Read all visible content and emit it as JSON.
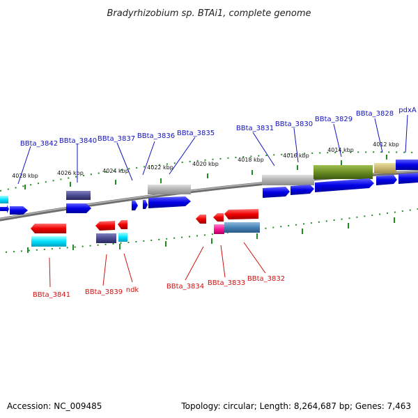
{
  "title": "Bradyrhizobium sp. BTAi1, complete genome",
  "footer": {
    "accession": "Accession: NC_009485",
    "summary": "Topology: circular; Length: 8,264,687 bp; Genes: 7,463"
  },
  "scale_labels": [
    "4028 kbp",
    "4026 kbp",
    "4024 kbp",
    "4022 kbp",
    "4020 kbp",
    "4018 kbp",
    "4016 kbp",
    "4014 kbp",
    "4012 kbp"
  ],
  "top_gene_labels": [
    "BBta_3842",
    "BBta_3840",
    "BBta_3837",
    "BBta_3836",
    "BBta_3835",
    "BBta_3831",
    "BBta_3830",
    "BBta_3829",
    "BBta_3828",
    "pdxA"
  ],
  "bottom_gene_labels": [
    "BBta_3841",
    "BBta_3839",
    "ndk",
    "BBta_3834",
    "BBta_3833",
    "BBta_3832"
  ],
  "colors": {
    "forward_strand": "#0a0aee",
    "reverse_strand": "#ee1010",
    "backbone": "#808080",
    "ticks": "#228b22",
    "top_label": "#1010c0",
    "bottom_label": "#d01010"
  }
}
